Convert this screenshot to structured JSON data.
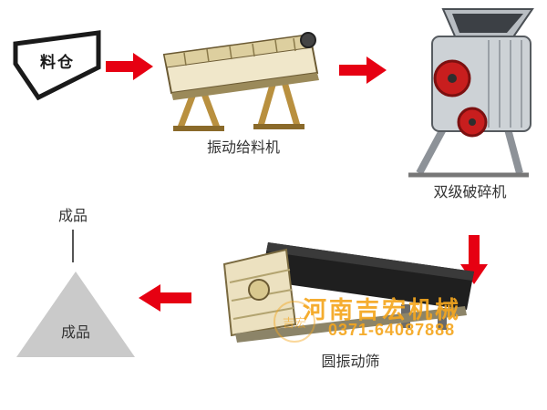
{
  "colors": {
    "arrow_red": "#e60012",
    "hopper_outline": "#1a1a1a",
    "triangle_fill": "#cacaca",
    "label_text": "#333333",
    "watermark_orange": "#f4a61e",
    "feeder_body": "#f0e7ca",
    "crusher_body": "#cdd2d6",
    "crusher_wheel": "#c81e1e",
    "screen_deck": "#1f1f1f",
    "screen_body": "#ece1c0"
  },
  "nodes": {
    "hopper": {
      "label": "料仓"
    },
    "feeder": {
      "label": "振动给料机"
    },
    "crusher": {
      "label": "双级破碎机"
    },
    "screen": {
      "label": "圆振动筛"
    },
    "product_source": {
      "label": "成品"
    },
    "product_pile": {
      "label": "成品"
    }
  },
  "flow": {
    "arrows": [
      "arrow-right",
      "arrow-right",
      "arrow-down",
      "arrow-left"
    ]
  },
  "watermark": {
    "company": "河南吉宏机械",
    "phone": "0371-64087888",
    "logo": "吉宏"
  }
}
